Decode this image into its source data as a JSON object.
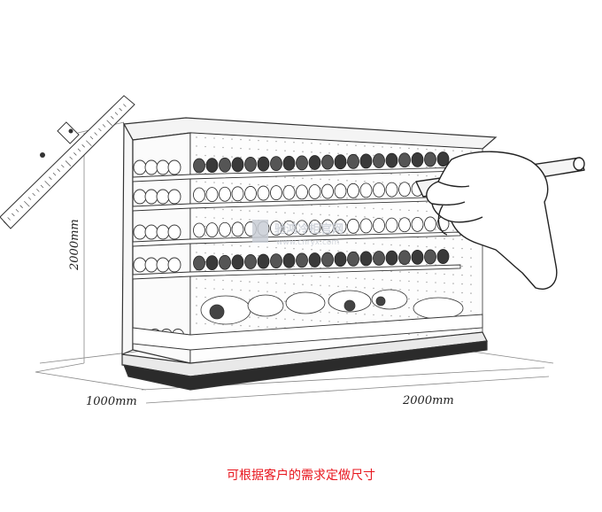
{
  "diagram": {
    "dimensions": {
      "height_label": "2000mm",
      "depth_label": "1000mm",
      "width_label": "2000mm"
    },
    "watermark": {
      "text": "驰鸿冷柜官网",
      "url": "www.cnryx.com"
    }
  },
  "caption": "可根据客户的需求定做尺寸",
  "colors": {
    "caption": "#e8151d",
    "line": "#333333",
    "watermark": "#c9ced6"
  }
}
